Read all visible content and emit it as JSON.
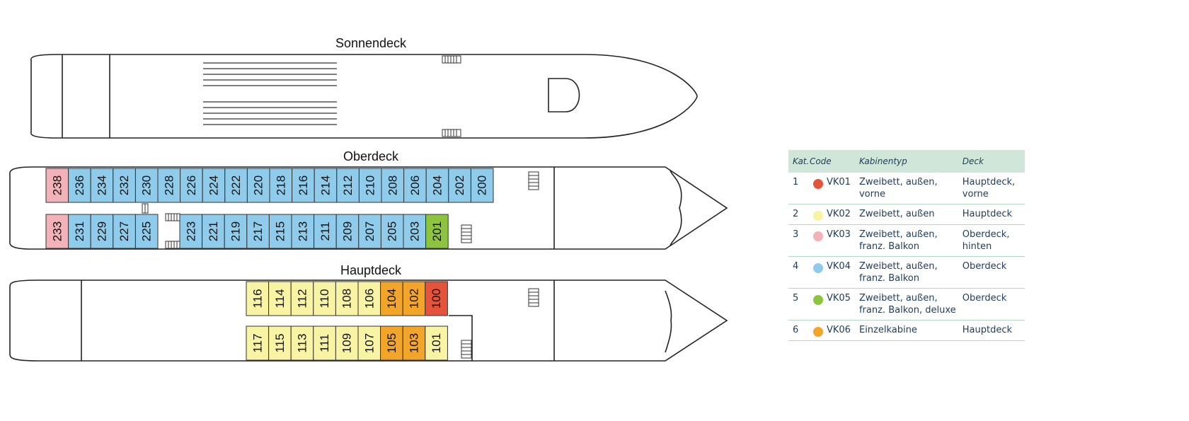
{
  "decks": {
    "sonnendeck": {
      "title": "Sonnendeck"
    },
    "oberdeck": {
      "title": "Oberdeck",
      "upper_row": [
        {
          "num": "238",
          "code": "VK03"
        },
        {
          "num": "236",
          "code": "VK04"
        },
        {
          "num": "234",
          "code": "VK04"
        },
        {
          "num": "232",
          "code": "VK04"
        },
        {
          "num": "230",
          "code": "VK04"
        },
        {
          "num": "228",
          "code": "VK04"
        },
        {
          "num": "226",
          "code": "VK04"
        },
        {
          "num": "224",
          "code": "VK04"
        },
        {
          "num": "222",
          "code": "VK04"
        },
        {
          "num": "220",
          "code": "VK04"
        },
        {
          "num": "218",
          "code": "VK04"
        },
        {
          "num": "216",
          "code": "VK04"
        },
        {
          "num": "214",
          "code": "VK04"
        },
        {
          "num": "212",
          "code": "VK04"
        },
        {
          "num": "210",
          "code": "VK04"
        },
        {
          "num": "208",
          "code": "VK04"
        },
        {
          "num": "206",
          "code": "VK04"
        },
        {
          "num": "204",
          "code": "VK04"
        },
        {
          "num": "202",
          "code": "VK04"
        },
        {
          "num": "200",
          "code": "VK04"
        }
      ],
      "lower_row_a": [
        {
          "num": "233",
          "code": "VK03"
        },
        {
          "num": "231",
          "code": "VK04"
        },
        {
          "num": "229",
          "code": "VK04"
        },
        {
          "num": "227",
          "code": "VK04"
        },
        {
          "num": "225",
          "code": "VK04"
        }
      ],
      "lower_row_b": [
        {
          "num": "223",
          "code": "VK04"
        },
        {
          "num": "221",
          "code": "VK04"
        },
        {
          "num": "219",
          "code": "VK04"
        },
        {
          "num": "217",
          "code": "VK04"
        },
        {
          "num": "215",
          "code": "VK04"
        },
        {
          "num": "213",
          "code": "VK04"
        },
        {
          "num": "211",
          "code": "VK04"
        },
        {
          "num": "209",
          "code": "VK04"
        },
        {
          "num": "207",
          "code": "VK04"
        },
        {
          "num": "205",
          "code": "VK04"
        },
        {
          "num": "203",
          "code": "VK04"
        },
        {
          "num": "201",
          "code": "VK05"
        }
      ]
    },
    "hauptdeck": {
      "title": "Hauptdeck",
      "upper_row": [
        {
          "num": "116",
          "code": "VK02"
        },
        {
          "num": "114",
          "code": "VK02"
        },
        {
          "num": "112",
          "code": "VK02"
        },
        {
          "num": "110",
          "code": "VK02"
        },
        {
          "num": "108",
          "code": "VK02"
        },
        {
          "num": "106",
          "code": "VK02"
        },
        {
          "num": "104",
          "code": "VK06"
        },
        {
          "num": "102",
          "code": "VK06"
        },
        {
          "num": "100",
          "code": "VK01"
        }
      ],
      "lower_row": [
        {
          "num": "117",
          "code": "VK02"
        },
        {
          "num": "115",
          "code": "VK02"
        },
        {
          "num": "113",
          "code": "VK02"
        },
        {
          "num": "111",
          "code": "VK02"
        },
        {
          "num": "109",
          "code": "VK02"
        },
        {
          "num": "107",
          "code": "VK02"
        },
        {
          "num": "105",
          "code": "VK06"
        },
        {
          "num": "103",
          "code": "VK06"
        },
        {
          "num": "101",
          "code": "VK02"
        }
      ]
    }
  },
  "legend": {
    "headers": {
      "kat": "Kat.",
      "code": "Code",
      "type": "Kabinentyp",
      "deck": "Deck"
    },
    "rows": [
      {
        "kat": "1",
        "code": "VK01",
        "color": "#e5533a",
        "type_lines": [
          "Zweibett, außen,",
          "vorne"
        ],
        "deck_lines": [
          "Hauptdeck,",
          "vorne"
        ]
      },
      {
        "kat": "2",
        "code": "VK02",
        "color": "#f9f3a4",
        "type_lines": [
          "Zweibett, außen"
        ],
        "deck_lines": [
          "Hauptdeck"
        ]
      },
      {
        "kat": "3",
        "code": "VK03",
        "color": "#f2b2b7",
        "type_lines": [
          "Zweibett, außen,",
          "franz. Balkon"
        ],
        "deck_lines": [
          "Oberdeck,",
          "hinten"
        ]
      },
      {
        "kat": "4",
        "code": "VK04",
        "color": "#8fcbeb",
        "type_lines": [
          "Zweibett, außen,",
          "franz. Balkon"
        ],
        "deck_lines": [
          "Oberdeck"
        ]
      },
      {
        "kat": "5",
        "code": "VK05",
        "color": "#8cc43e",
        "type_lines": [
          "Zweibett, außen,",
          "franz. Balkon, deluxe"
        ],
        "deck_lines": [
          "Oberdeck"
        ]
      },
      {
        "kat": "6",
        "code": "VK06",
        "color": "#f3a529",
        "type_lines": [
          "Einzelkabine"
        ],
        "deck_lines": [
          "Hauptdeck"
        ]
      }
    ]
  }
}
